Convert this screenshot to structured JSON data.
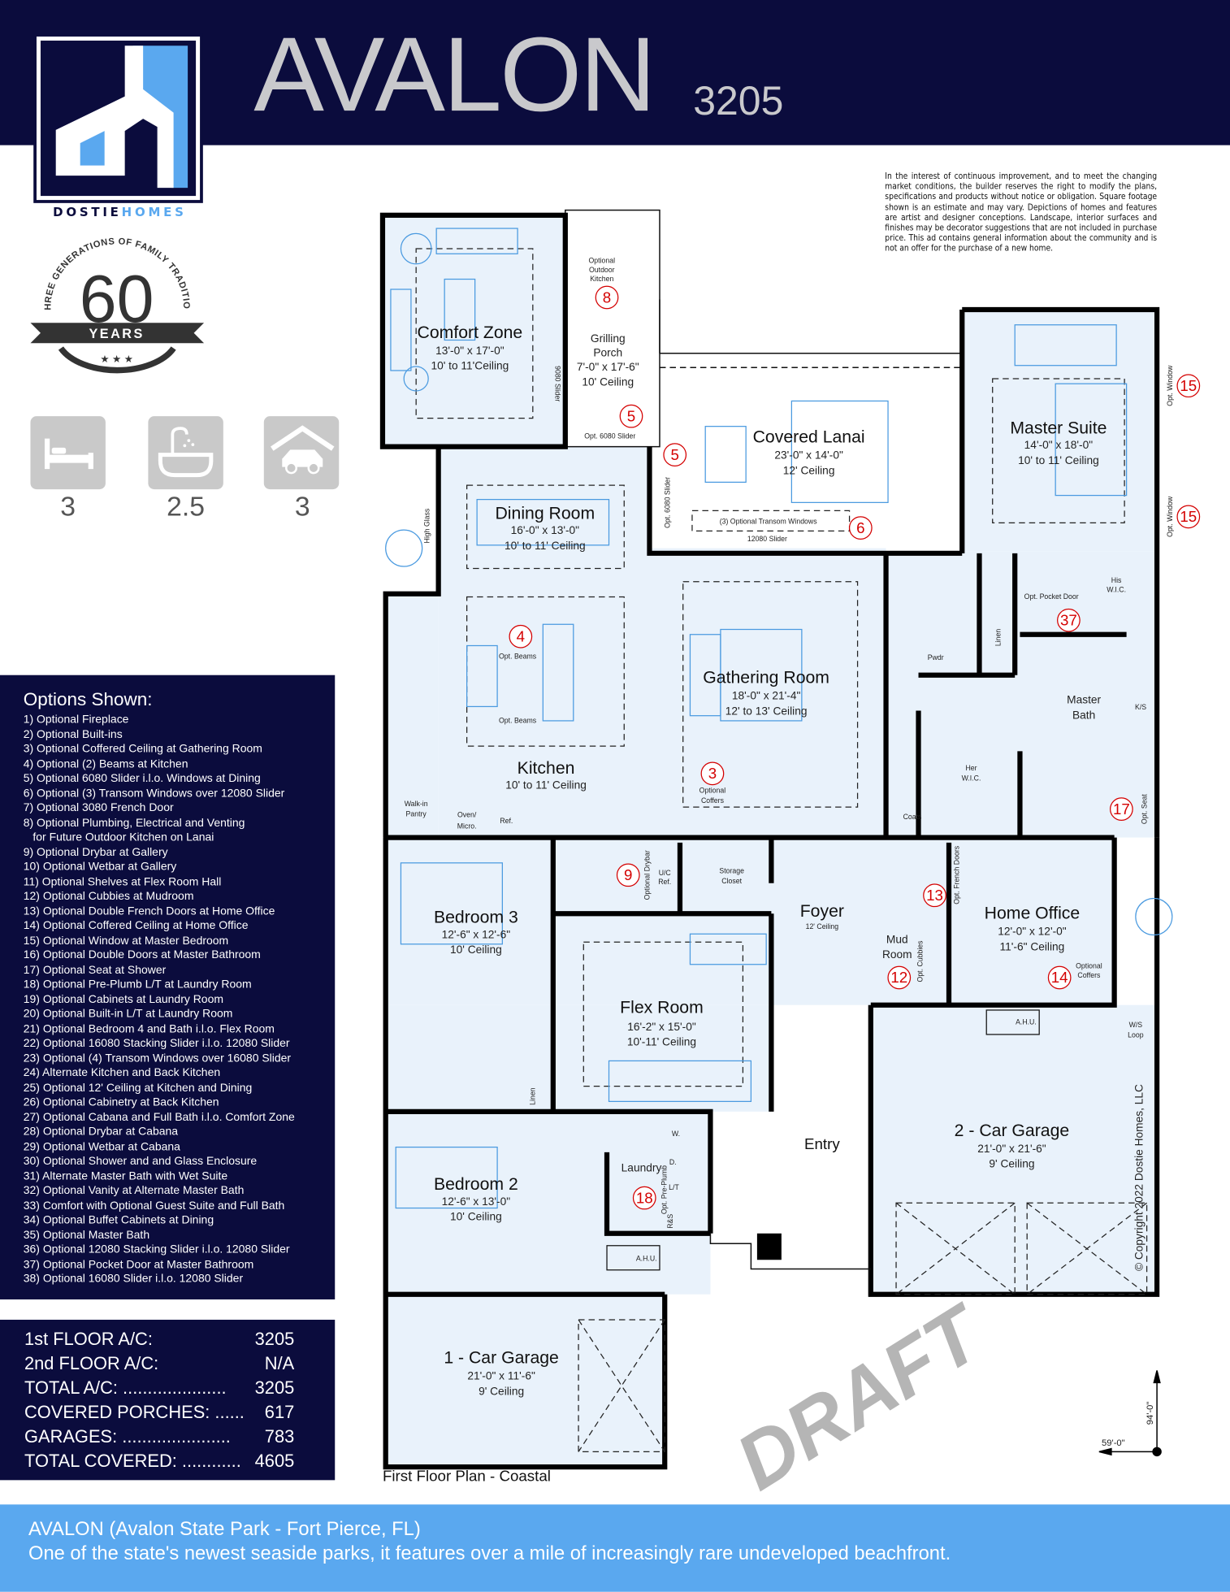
{
  "header": {
    "title": "AVALON",
    "plan_number": "3205"
  },
  "brand": {
    "name_part1": "DOSTIE",
    "name_part2": "HOMES"
  },
  "badge": {
    "arc_text": "THREE GENERATIONS OF FAMILY TRADITION",
    "number": "60",
    "ribbon": "YEARS"
  },
  "amenities": [
    {
      "icon": "bed-icon",
      "value": "3"
    },
    {
      "icon": "bathtub-icon",
      "value": "2.5"
    },
    {
      "icon": "car-garage-icon",
      "value": "3"
    }
  ],
  "disclaimer": "In the interest of continuous improvement, and to meet the changing market conditions, the builder reserves the right to modify the plans, specifications and products without notice or obligation. Square footage shown is an estimate and may vary. Depictions of homes and features are artist and designer conceptions. Landscape, interior surfaces and finishes may be decorator suggestions that are not included in purchase price. This ad contains general information about the community and is not an offer for the purchase of a new home.",
  "options": {
    "heading": "Options Shown:",
    "items": [
      "1) Optional Fireplace",
      "2) Optional Built-ins",
      "3) Optional Coffered Ceiling at Gathering Room",
      "4) Optional (2) Beams at Kitchen",
      "5) Optional 6080 Slider i.l.o. Windows at Dining",
      "6) Optional (3) Transom Windows over 12080 Slider",
      "7) Optional 3080 French Door",
      "8) Optional Plumbing, Electrical and Venting",
      "   for Future Outdoor Kitchen on Lanai",
      "9) Optional Drybar at Gallery",
      "10) Optional Wetbar at Gallery",
      "11) Optional Shelves at Flex Room Hall",
      "12) Optional Cubbies at Mudroom",
      "13) Optional Double French Doors at Home Office",
      "14) Optional Coffered Ceiling at Home Office",
      "15) Optional Window at Master Bedroom",
      "16) Optional Double Doors at Master Bathroom",
      "17) Optional Seat at Shower",
      "18) Optional Pre-Plumb L/T at Laundry Room",
      "19) Optional Cabinets at Laundry Room",
      "20) Optional Built-in L/T at Laundry Room",
      "21) Optional Bedroom 4 and Bath i.l.o. Flex Room",
      "22) Optional 16080 Stacking Slider i.l.o. 12080 Slider",
      "23) Optional (4) Transom Windows over 16080 Slider",
      "24) Alternate Kitchen and Back Kitchen",
      "25) Optional 12' Ceiling at Kitchen and Dining",
      "26) Optional Cabinetry at Back Kitchen",
      "27) Optional Cabana and Full Bath i.l.o. Comfort Zone",
      "28) Optional Drybar at Cabana",
      "29) Optional Wetbar at Cabana",
      "30) Optional Shower and and Glass Enclosure",
      "31) Alternate Master Bath with Wet Suite",
      "32) Optional Vanity at Alternate Master Bath",
      "33) Comfort with Optional Guest Suite and Full Bath",
      "34) Optional Buffet Cabinets at Dining",
      "35) Optional Master Bath",
      "36) Optional 12080 Stacking Slider i.l.o. 12080 Slider",
      "37) Optional Pocket Door at Master Bathroom",
      "38) Optional 16080 Slider i.l.o. 12080 Slider"
    ]
  },
  "stats": [
    {
      "label": "1st FLOOR A/C:",
      "value": "3205"
    },
    {
      "label": "2nd FLOOR A/C:",
      "value": "N/A"
    },
    {
      "label": "TOTAL A/C: .....................",
      "value": "3205"
    },
    {
      "label": "COVERED PORCHES: ......",
      "value": "617"
    },
    {
      "label": "GARAGES: ......................",
      "value": "783"
    },
    {
      "label": "TOTAL COVERED: ............",
      "value": "4605"
    }
  ],
  "plan": {
    "caption": "First Floor Plan - Coastal",
    "watermark": "DRAFT",
    "copyright": "© Copyright 2022 Dostie Homes, LLC",
    "depth": "94'-0\"",
    "width": "59'-0\"",
    "rooms": {
      "comfort": {
        "name": "Comfort Zone",
        "dims": "13'-0\" x 17'-0\"",
        "ceiling": "10' to 11'Ceiling"
      },
      "grill": {
        "name1": "Grilling",
        "name2": "Porch",
        "dims": "7'-0\" x 17'-6\"",
        "ceiling": "10' Ceiling"
      },
      "lanai": {
        "name": "Covered Lanai",
        "dims": "23'-0\" x 14'-0\"",
        "ceiling": "12' Ceiling"
      },
      "master": {
        "name": "Master Suite",
        "dims": "14'-0\" x 18'-0\"",
        "ceiling": "10' to 11' Ceiling"
      },
      "dining": {
        "name": "Dining Room",
        "dims": "16'-0\" x 13'-0\"",
        "ceiling": "10' to 11' Ceiling"
      },
      "gathering": {
        "name": "Gathering Room",
        "dims": "18'-0\" x 21'-4\"",
        "ceiling": "12' to 13' Ceiling"
      },
      "kitchen": {
        "name": "Kitchen",
        "ceiling": "10' to 11' Ceiling"
      },
      "master_bath": {
        "name1": "Master",
        "name2": "Bath"
      },
      "bedroom3": {
        "name": "Bedroom 3",
        "dims": "12'-6\" x 12'-6\"",
        "ceiling": "10' Ceiling"
      },
      "foyer": {
        "name": "Foyer",
        "ceiling": "12' Ceiling"
      },
      "office": {
        "name": "Home Office",
        "dims": "12'-0\" x 12'-0\"",
        "ceiling": "11'-6\" Ceiling"
      },
      "mud": {
        "name1": "Mud",
        "name2": "Room"
      },
      "flex": {
        "name": "Flex Room",
        "dims": "16'-2\" x 15'-0\"",
        "ceiling": "10'-11' Ceiling"
      },
      "entry": {
        "name": "Entry"
      },
      "garage2": {
        "name": "2 - Car Garage",
        "dims": "21'-0\" x 21'-6\"",
        "ceiling": "9' Ceiling"
      },
      "bedroom2": {
        "name": "Bedroom 2",
        "dims": "12'-6\" x 13'-0\"",
        "ceiling": "10' Ceiling"
      },
      "laundry": {
        "name": "Laundry"
      },
      "garage1": {
        "name": "1 - Car Garage",
        "dims": "21'-0\" x 11'-6\"",
        "ceiling": "9' Ceiling"
      }
    },
    "notes": {
      "outdoor_kitchen": [
        "Optional",
        "Outdoor",
        "Kitchen"
      ],
      "slider_9080": "9080 Slider",
      "opt_6080_slider": "Opt. 6080 Slider",
      "high_glass": "High Glass",
      "transom": "(3) Optional Transom Windows",
      "slider_12080": "12080 Slider",
      "opt_window": "Opt. Window",
      "his_wic": [
        "His",
        "W.I.C."
      ],
      "pocket_door": "Opt. Pocket Door",
      "linen": "Linen",
      "pwdr": "Pwdr",
      "ks": "K/S",
      "her_wic": [
        "Her",
        "W.I.C."
      ],
      "opt_seat": "Opt. Seat",
      "coats": "Coats",
      "opt_beams": "Opt. Beams",
      "opt_coffers": [
        "Optional",
        "Coffers"
      ],
      "pantry": [
        "Walk-in",
        "Pantry"
      ],
      "oven": [
        "Oven/",
        "Micro."
      ],
      "ref": "Ref.",
      "drybar": "Optional Drybar",
      "uc_ref": [
        "U/C",
        "Ref."
      ],
      "storage": [
        "Storage",
        "Closet"
      ],
      "french_doors": "Opt. French Doors",
      "cubbies": "Opt. Cubbies",
      "ahu": "A.H.U.",
      "ws_loop": [
        "W/S",
        "Loop"
      ],
      "pre_plumb": "Opt. Pre-Plumb",
      "lt": "L/T",
      "rs": "R&S",
      "washer": "W.",
      "dryer": "D."
    },
    "option_markers": [
      "8",
      "5",
      "5",
      "6",
      "15",
      "15",
      "4",
      "3",
      "37",
      "17",
      "9",
      "13",
      "12",
      "14",
      "18"
    ]
  },
  "footer": {
    "line1": "AVALON (Avalon State Park - Fort Pierce, FL)",
    "line2": "One of the state's newest seaside parks, it features over a mile of increasingly rare undeveloped beachfront."
  },
  "colors": {
    "navy": "#0b0c3d",
    "accent_blue": "#5aa8ef",
    "room_fill": "#e9f2fb",
    "option_red": "#d40000"
  }
}
